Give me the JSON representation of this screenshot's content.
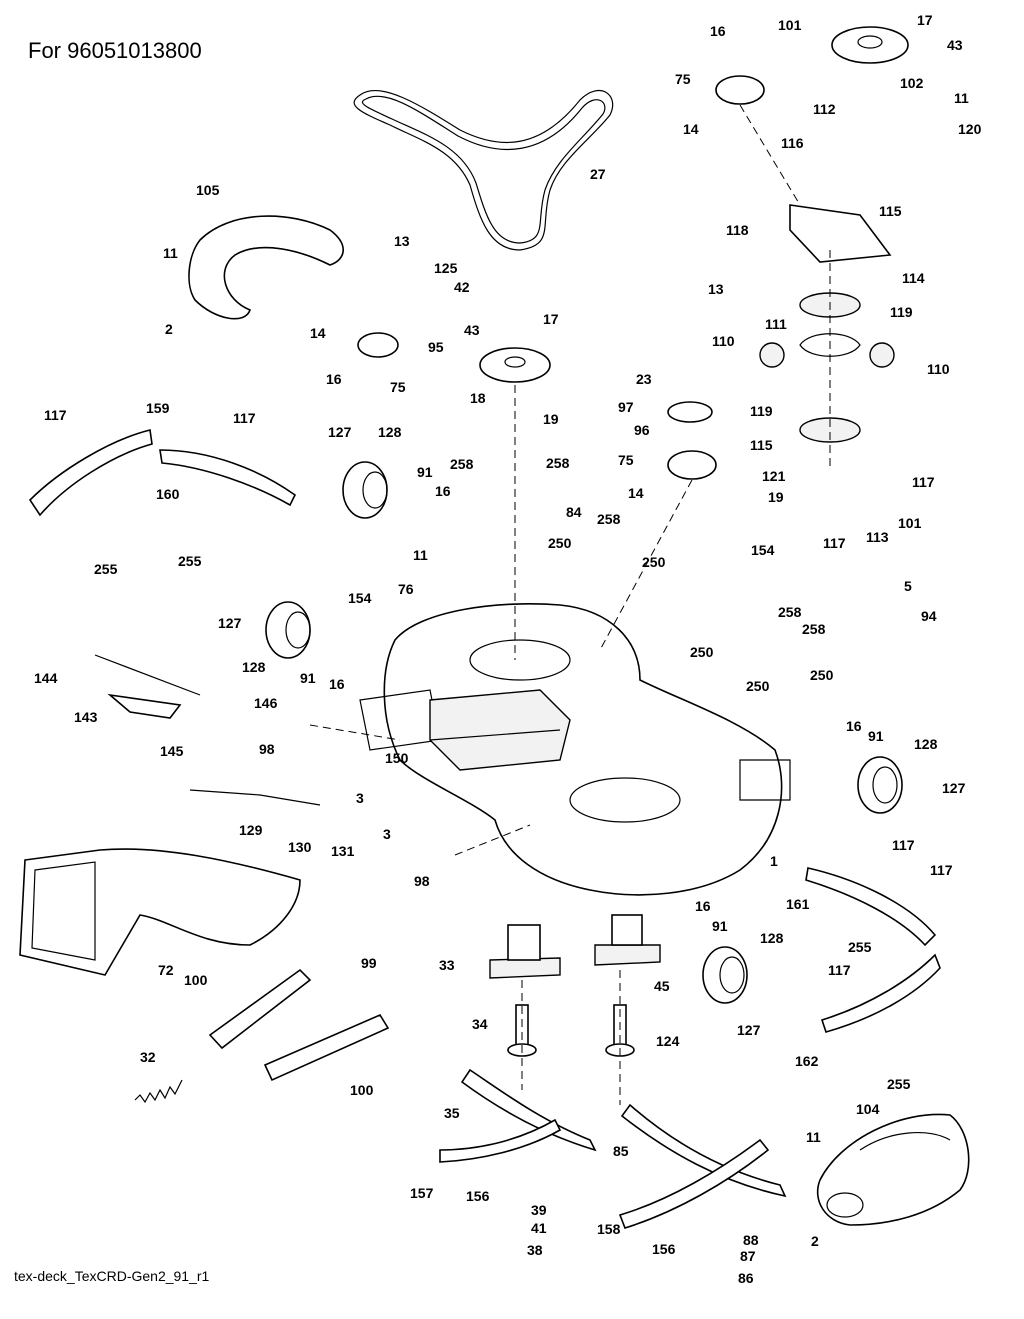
{
  "header": {
    "title": "For 96051013800"
  },
  "footer": {
    "code": "tex-deck_TexCRD-Gen2_91_r1"
  },
  "callouts": [
    "16",
    "101",
    "17",
    "43",
    "75",
    "102",
    "11",
    "112",
    "14",
    "116",
    "120",
    "27",
    "115",
    "118",
    "105",
    "13",
    "11",
    "125",
    "114",
    "42",
    "13",
    "2",
    "119",
    "14",
    "95",
    "43",
    "17",
    "111",
    "110",
    "110",
    "16",
    "75",
    "23",
    "18",
    "97",
    "19",
    "117",
    "159",
    "117",
    "119",
    "127",
    "128",
    "96",
    "115",
    "258",
    "258",
    "75",
    "91",
    "16",
    "14",
    "121",
    "117",
    "19",
    "101",
    "160",
    "84",
    "117",
    "113",
    "258",
    "11",
    "250",
    "250",
    "154",
    "255",
    "255",
    "76",
    "154",
    "5",
    "94",
    "127",
    "258",
    "258",
    "250",
    "128",
    "91",
    "16",
    "250",
    "250",
    "144",
    "146",
    "143",
    "98",
    "16",
    "91",
    "145",
    "150",
    "128",
    "3",
    "127",
    "129",
    "130",
    "131",
    "3",
    "1",
    "98",
    "117",
    "117",
    "161",
    "16",
    "91",
    "128",
    "255",
    "72",
    "100",
    "99",
    "33",
    "45",
    "117",
    "34",
    "124",
    "127",
    "162",
    "255",
    "32",
    "100",
    "35",
    "104",
    "11",
    "85",
    "157",
    "156",
    "39",
    "41",
    "88",
    "38",
    "158",
    "156",
    "87",
    "2",
    "86"
  ]
}
